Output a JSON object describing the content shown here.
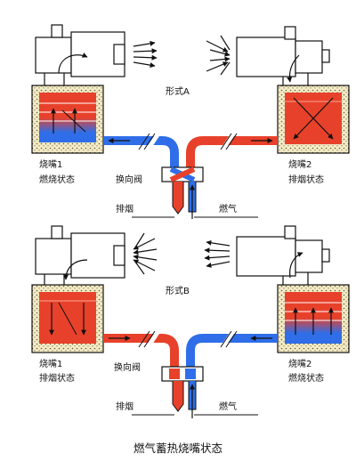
{
  "title": "燃气蓄热烧嘴状态",
  "form_a": {
    "form_label": "形式A",
    "burner_left": "烧嘴1",
    "burner_left_state": "燃烧状态",
    "burner_right": "烧嘴2",
    "burner_right_state": "排烟状态",
    "valve": "换向阀",
    "exhaust": "排烟",
    "gas": "燃气"
  },
  "form_b": {
    "form_label": "形式B",
    "burner_left": "烧嘴1",
    "burner_left_state": "排烟状态",
    "burner_right": "烧嘴2",
    "burner_right_state": "燃烧状态",
    "valve": "换向阀",
    "exhaust": "排烟",
    "gas": "燃气"
  },
  "colors": {
    "hot": "#e8412b",
    "cold": "#2f6ee8",
    "insulation": "#f4ecc8",
    "line": "#111111"
  }
}
